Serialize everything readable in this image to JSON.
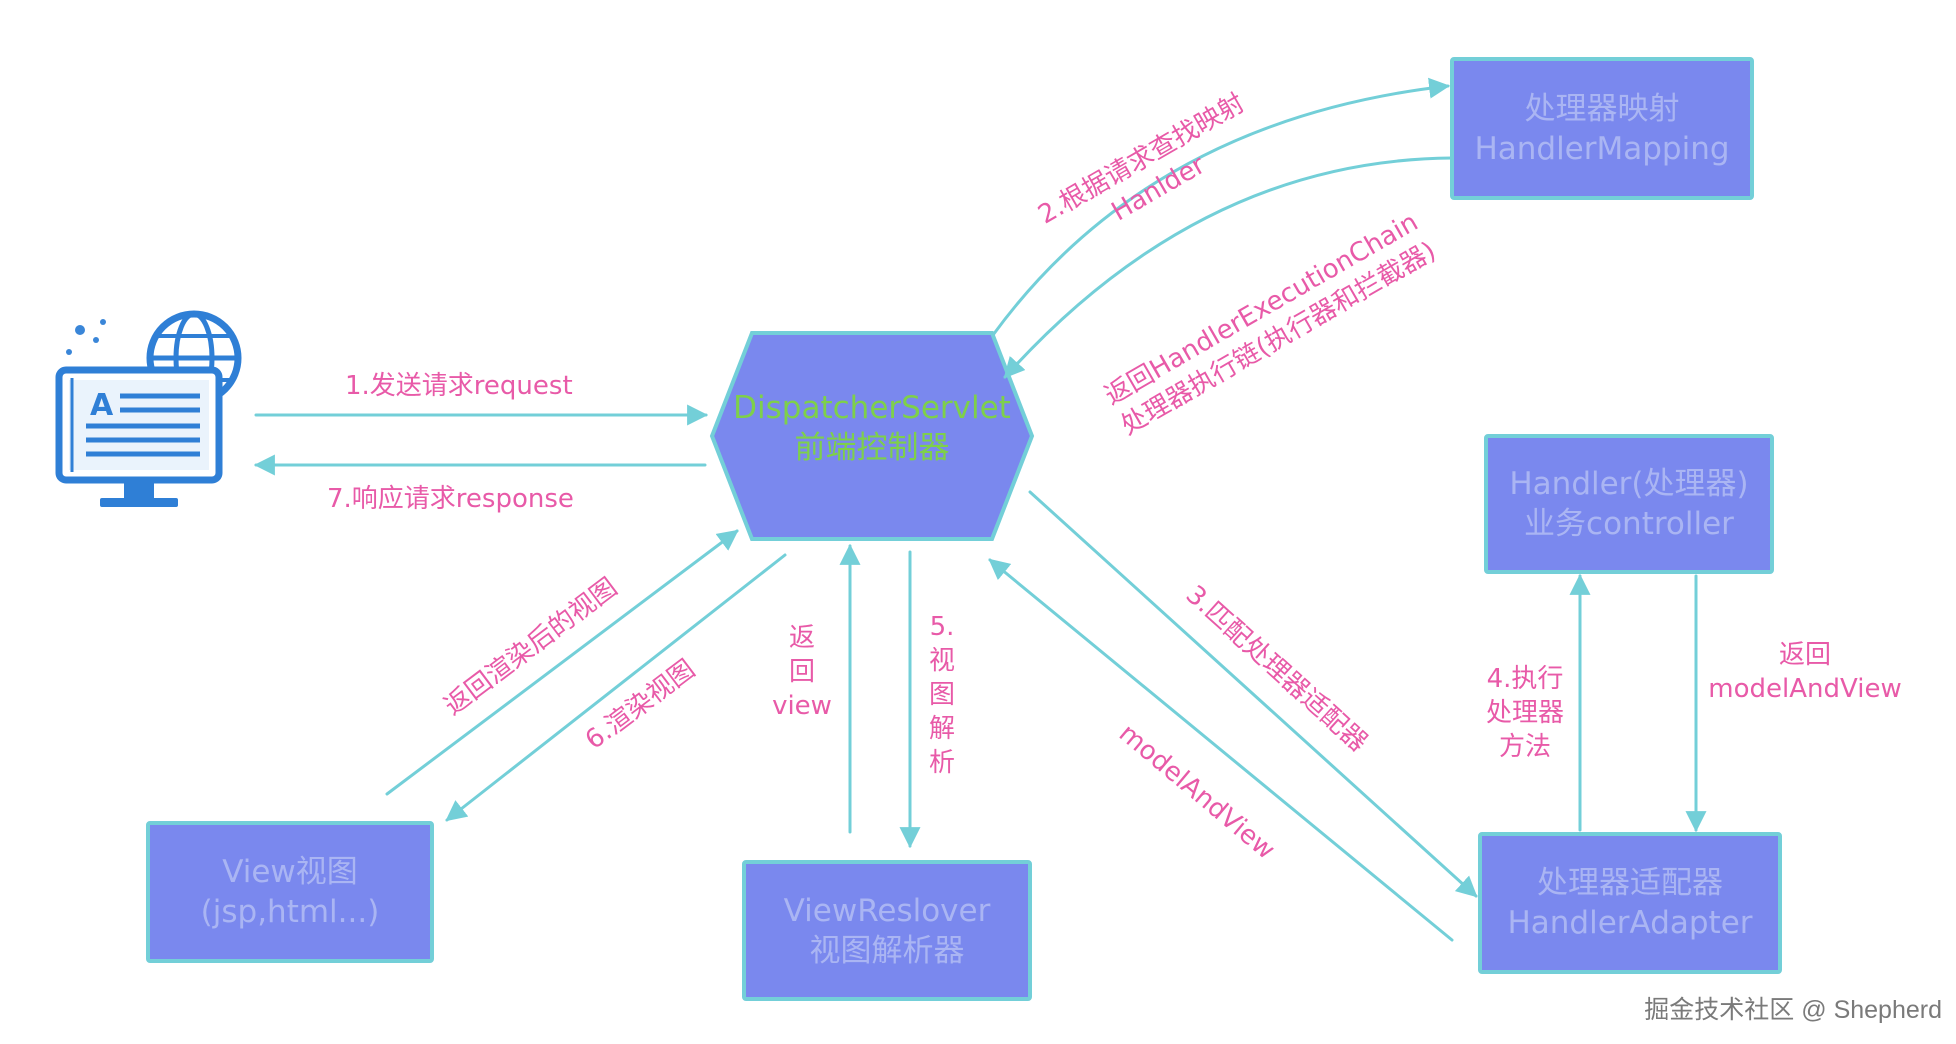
{
  "center": {
    "title": "DispatcherServlet",
    "subtitle": "前端控制器"
  },
  "boxes": {
    "handler_mapping": {
      "line1": "处理器映射",
      "line2": "HandlerMapping"
    },
    "handler": {
      "line1": "Handler(处理器)",
      "line2": "业务controller"
    },
    "handler_adapter": {
      "line1": "处理器适配器",
      "line2": "HandlerAdapter"
    },
    "view_resolver": {
      "line1": "ViewReslover",
      "line2": "视图解析器"
    },
    "view": {
      "line1": "View视图",
      "line2": "(jsp,html...)"
    }
  },
  "labels": {
    "step1": "1.发送请求request",
    "step7": "7.响应请求response",
    "step2_line1": "2.根据请求查找映射",
    "step2_line2": "Hanlder",
    "return_chain_line1": "返回HandlerExecutionChain",
    "return_chain_line2": "处理器执行链(执行器和拦截器)",
    "step3": "3.匹配处理器适配器",
    "model_and_view": "modelAndView",
    "step4_line1": "4.执行",
    "step4_line2": "处理器",
    "step4_line3": "方法",
    "return_mav_line1": "返回",
    "return_mav_line2": "modelAndView",
    "return_view_1": "返",
    "return_view_2": "回",
    "return_view_3": "view",
    "step5_1": "5.",
    "step5_2": "视",
    "step5_3": "图",
    "step5_4": "解",
    "step5_5": "析",
    "return_rendered": "返回渲染后的视图",
    "step6": "6.渲染视图"
  },
  "icons": {
    "client": "computer-globe-icon"
  },
  "colors": {
    "box_fill": "#7a88ee",
    "box_border": "#73cfd8",
    "arrow": "#73cfd8",
    "label": "#e85aa8",
    "center_text": "#7ed04a"
  },
  "watermark": "掘金技术社区 @ Shepherd"
}
